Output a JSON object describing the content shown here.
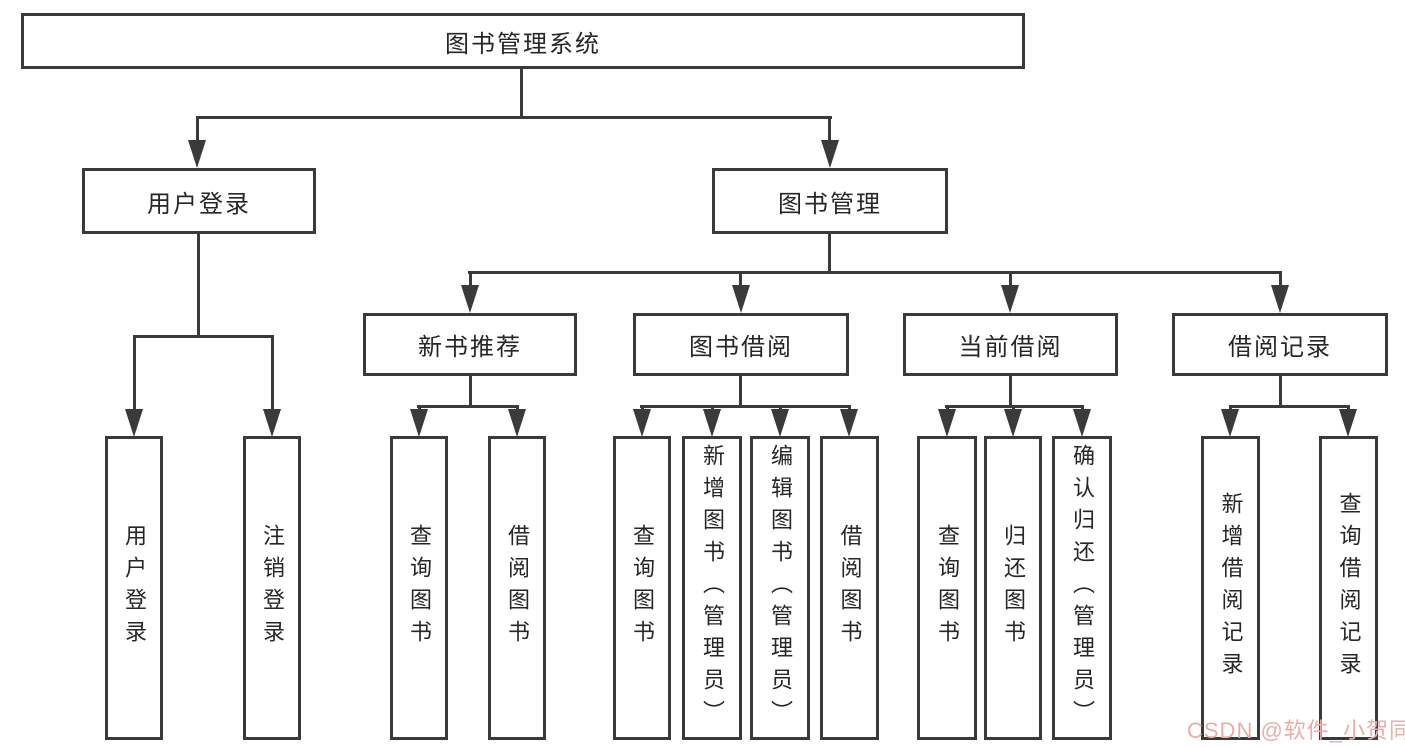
{
  "diagram": {
    "title": "图书管理系统",
    "branches": [
      {
        "label": "用户登录",
        "children": [
          {
            "label": "用户登录"
          },
          {
            "label": "注销登录"
          }
        ]
      },
      {
        "label": "图书管理",
        "children": [
          {
            "label": "新书推荐",
            "children": [
              {
                "label": "查询图书"
              },
              {
                "label": "借阅图书"
              }
            ]
          },
          {
            "label": "图书借阅",
            "children": [
              {
                "label": "查询图书"
              },
              {
                "label": "新增图书（管理员）"
              },
              {
                "label": "编辑图书（管理员）"
              },
              {
                "label": "借阅图书"
              }
            ]
          },
          {
            "label": "当前借阅",
            "children": [
              {
                "label": "查询图书"
              },
              {
                "label": "归还图书"
              },
              {
                "label": "确认归还（管理员）"
              }
            ]
          },
          {
            "label": "借阅记录",
            "children": [
              {
                "label": "新增借阅记录"
              },
              {
                "label": "查询借阅记录"
              }
            ]
          }
        ]
      }
    ]
  },
  "watermark": {
    "text": "CSDN @软件_小贺同学"
  },
  "colors": {
    "line": "#3a3a3a",
    "text": "#262626",
    "background": "#ffffff",
    "watermark": "#e9aea8"
  }
}
